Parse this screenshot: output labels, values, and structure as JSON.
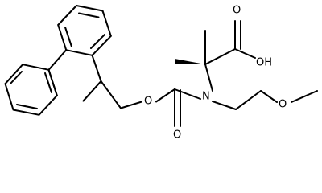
{
  "molecule": {
    "atoms": {
      "carboxyl_oh": "OH",
      "carboxyl_o": "O",
      "amide_n": "N",
      "carbamate_o_double": "O",
      "carbamate_o_ester": "O",
      "ether_o": "O"
    },
    "colors": {
      "bond": "#000000",
      "label": "#000000",
      "background": "#ffffff"
    }
  }
}
